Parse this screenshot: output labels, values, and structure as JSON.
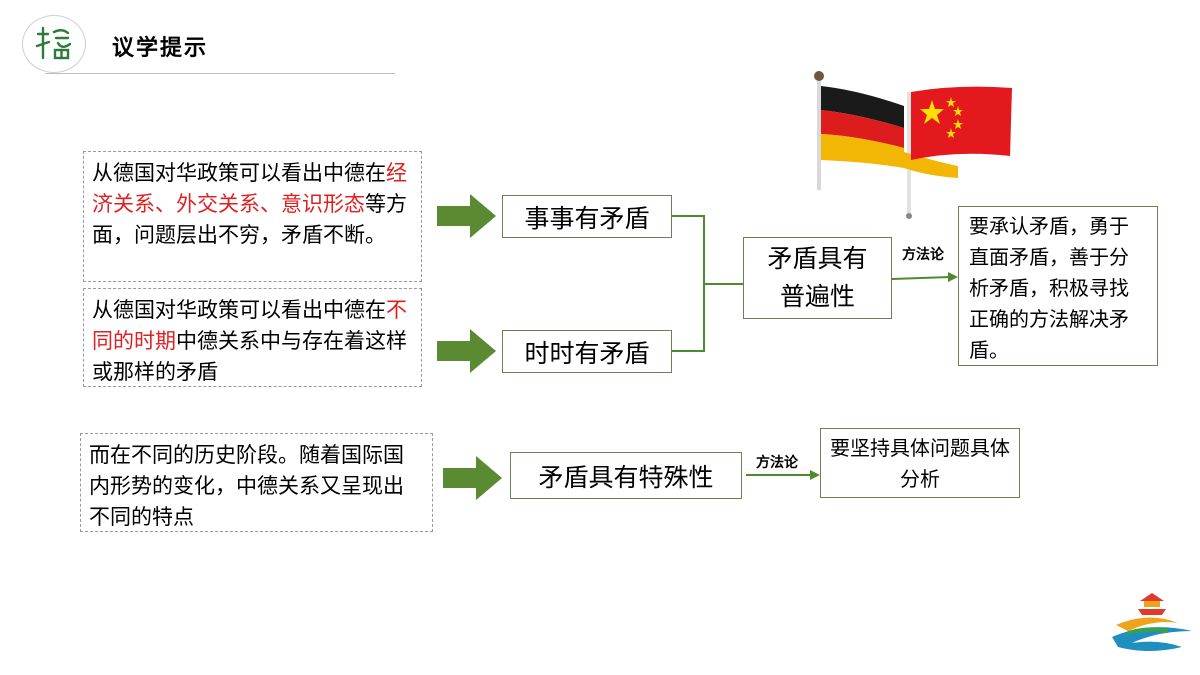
{
  "header": {
    "title": "议学提示"
  },
  "cases": [
    {
      "parts": [
        {
          "t": "从德国对华政策可以看出中德在",
          "hl": false
        },
        {
          "t": "经济关系、外交关系、意识形态",
          "hl": true
        },
        {
          "t": "等方面，问题层出不穷，矛盾不断。",
          "hl": false
        }
      ]
    },
    {
      "parts": [
        {
          "t": "从德国对华政策可以看出中德在",
          "hl": false
        },
        {
          "t": "不同的时期",
          "hl": true
        },
        {
          "t": "中德关系中与存在着这样或那样的矛盾",
          "hl": false
        }
      ]
    },
    {
      "parts": [
        {
          "t": "而在不同的历史阶段。随着国际国内形势的变化，中德关系又呈现出不同的特点",
          "hl": false
        }
      ]
    }
  ],
  "labels": {
    "everything": "事事有矛盾",
    "always": "时时有矛盾",
    "universality": "矛盾具有普遍性",
    "particularity": "矛盾具有特殊性",
    "method1": "方法论",
    "method2": "方法论"
  },
  "results": {
    "universal": "要承认矛盾，勇于直面矛盾，善于分析矛盾，积极寻找正确的方法解决矛盾。",
    "particular": "要坚持具体问题具体分析"
  },
  "colors": {
    "arrow": "#5a8a32",
    "line": "#4e8a2e",
    "highlight": "#e02020",
    "border": "#6f7f56"
  }
}
